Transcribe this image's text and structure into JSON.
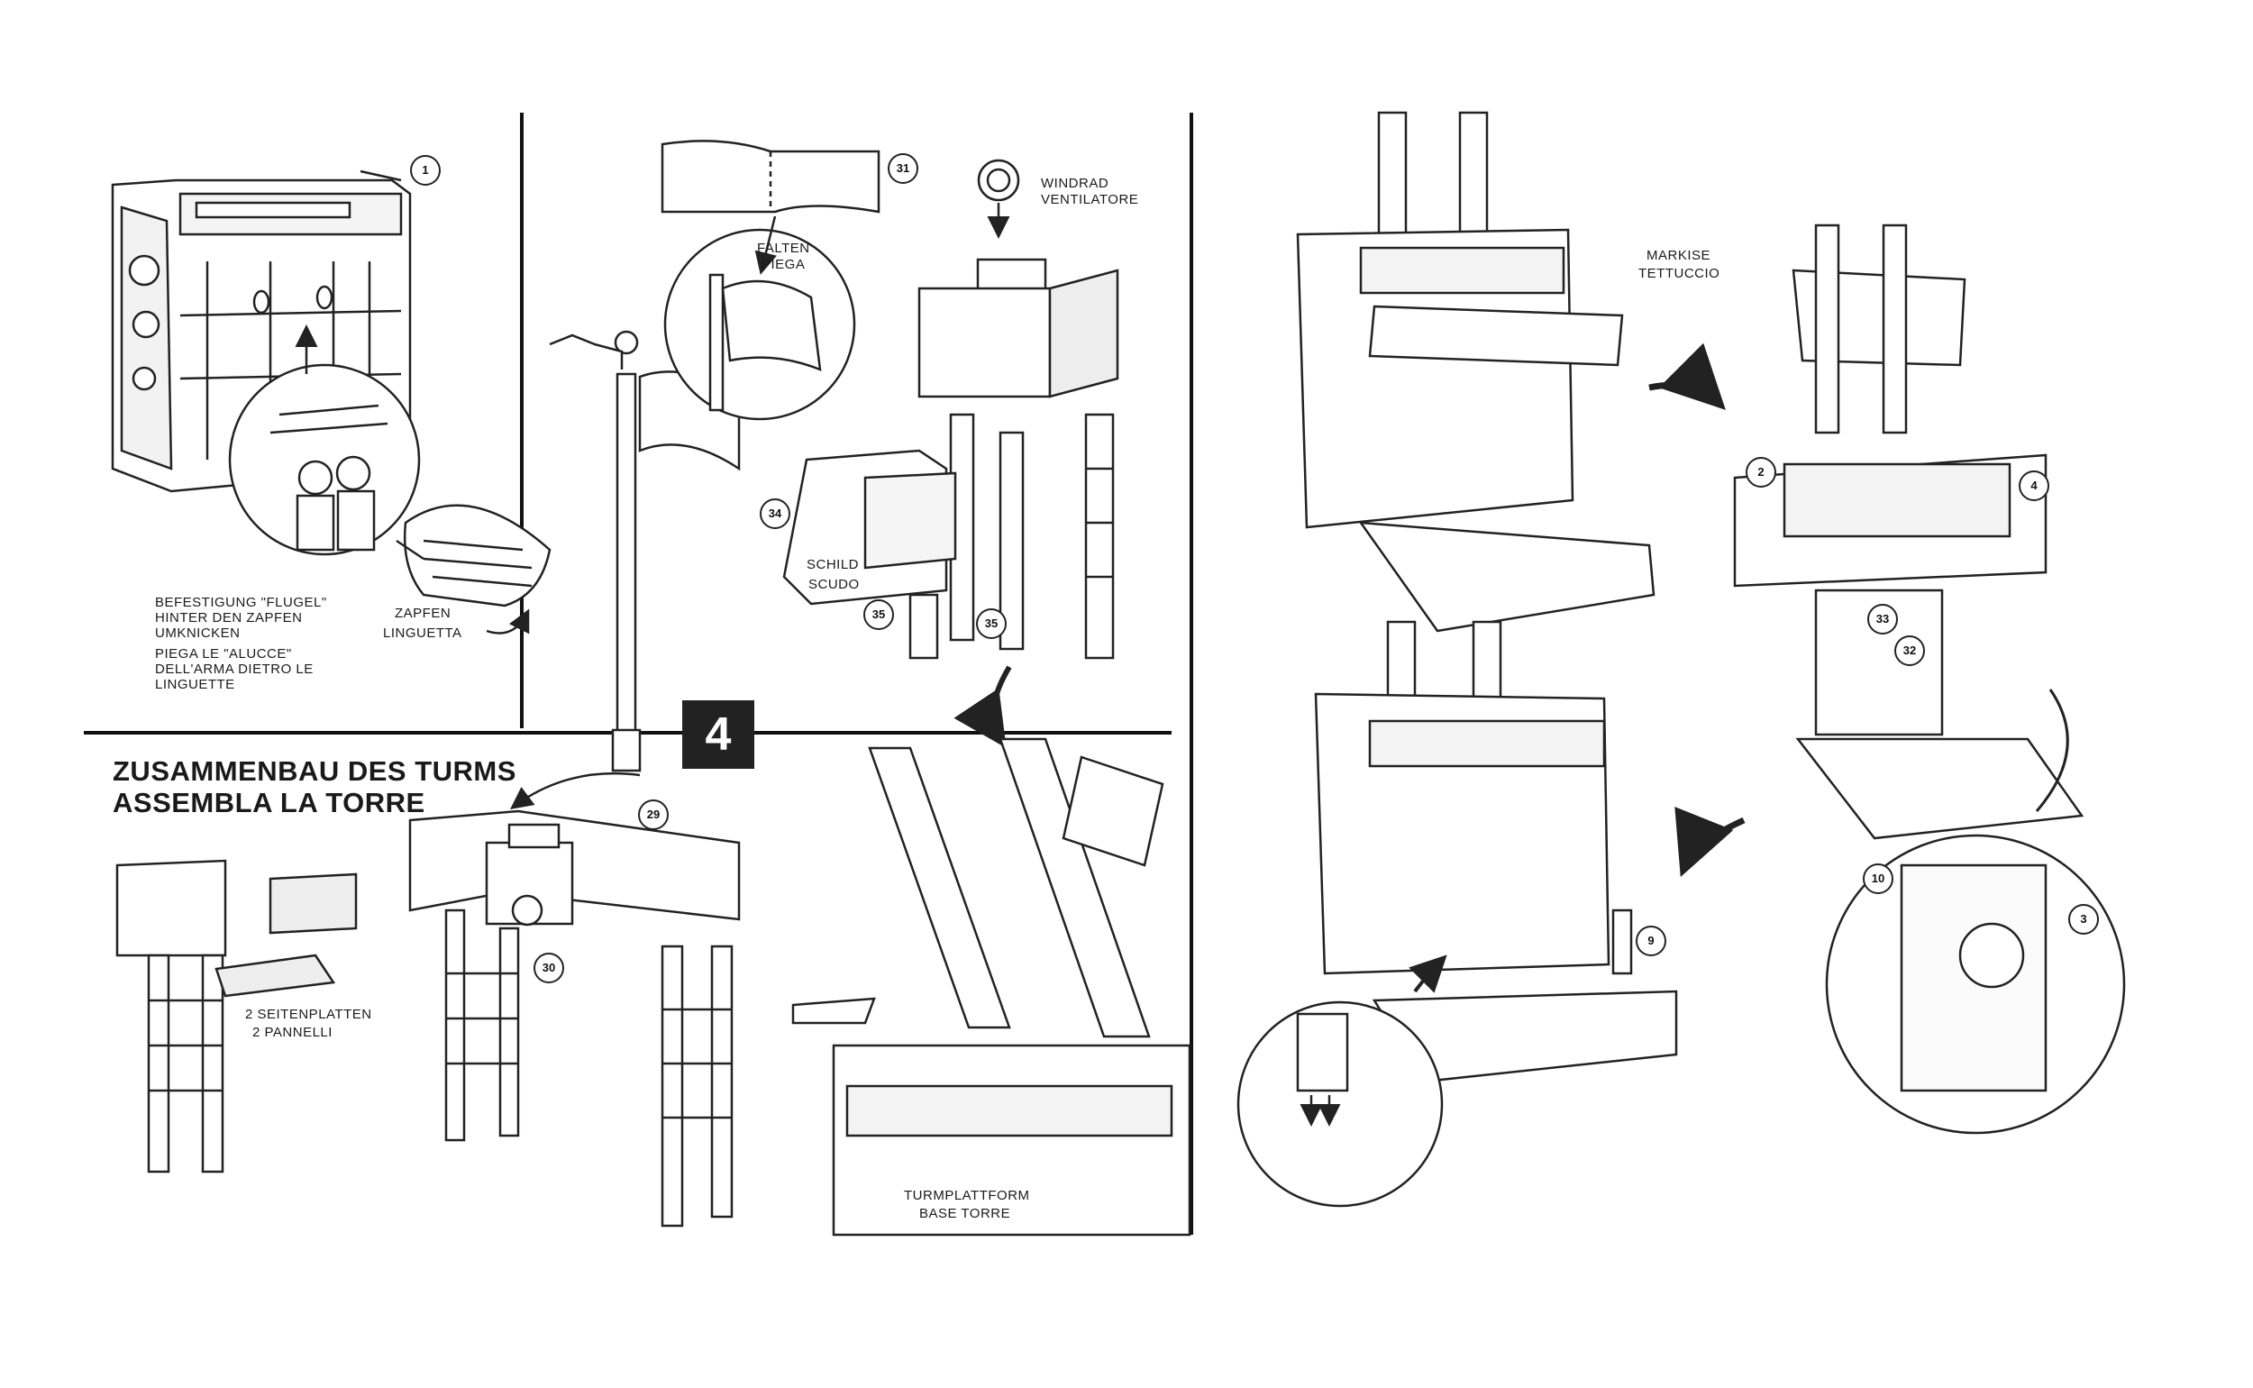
{
  "step_number": "4",
  "section": {
    "heading_de": "ZUSAMMENBAU DES TURMS",
    "heading_it": "ASSEMBLA LA TORRE"
  },
  "notes": {
    "fastening_de_1": "BEFESTIGUNG \"FLUGEL\"",
    "fastening_de_2": "HINTER DEN ZAPFEN",
    "fastening_de_3": "UMKNICKEN",
    "fastening_it_1": "PIEGA LE \"ALUCCE\"",
    "fastening_it_2": "DELL'ARMA DIETRO LE",
    "fastening_it_3": "LINGUETTE"
  },
  "labels": {
    "zapfen": "ZAPFEN",
    "linguetta": "LINGUETTA",
    "falten": "FALTEN",
    "piega": "PIEGA",
    "windrad": "WINDRAD",
    "ventilatore": "VENTILATORE",
    "schild": "SCHILD",
    "scudo": "SCUDO",
    "seitenplatten": "2 SEITENPLATTEN",
    "pannelli": "2 PANNELLI",
    "turmplattform": "TURMPLATTFORM",
    "base_torre": "BASE TORRE",
    "markise": "MARKISE",
    "tettuccio": "TETTUCCIO"
  },
  "callouts": {
    "c1": "1",
    "c2": "2",
    "c3": "3",
    "c4": "4",
    "c9": "9",
    "c10": "10",
    "c29": "29",
    "c30": "30",
    "c31": "31",
    "c32": "32",
    "c33": "33",
    "c34": "34",
    "c35a": "35",
    "c35b": "35"
  }
}
